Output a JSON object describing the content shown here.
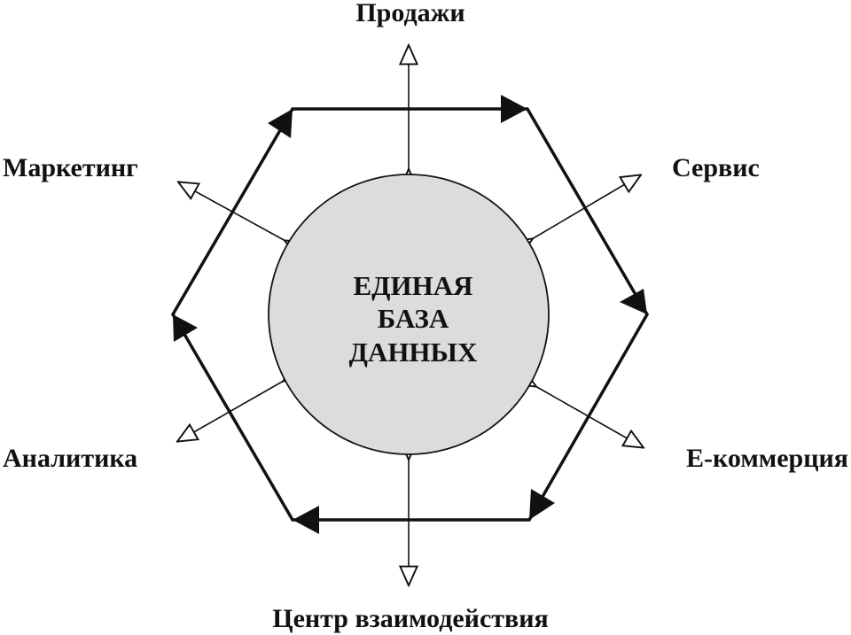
{
  "center": {
    "lines": [
      "ЕДИНАЯ",
      "БАЗА",
      "ДАННЫХ"
    ]
  },
  "nodes": {
    "sales": "Продажи",
    "marketing": "Маркетинг",
    "service": "Сервис",
    "analytics": "Аналитика",
    "ecommerce": "Е-коммерция",
    "contact_center": "Центр взаимодействия"
  },
  "colors": {
    "circle_fill": "#dcdcdc",
    "stroke": "#111111",
    "background": "#ffffff"
  }
}
